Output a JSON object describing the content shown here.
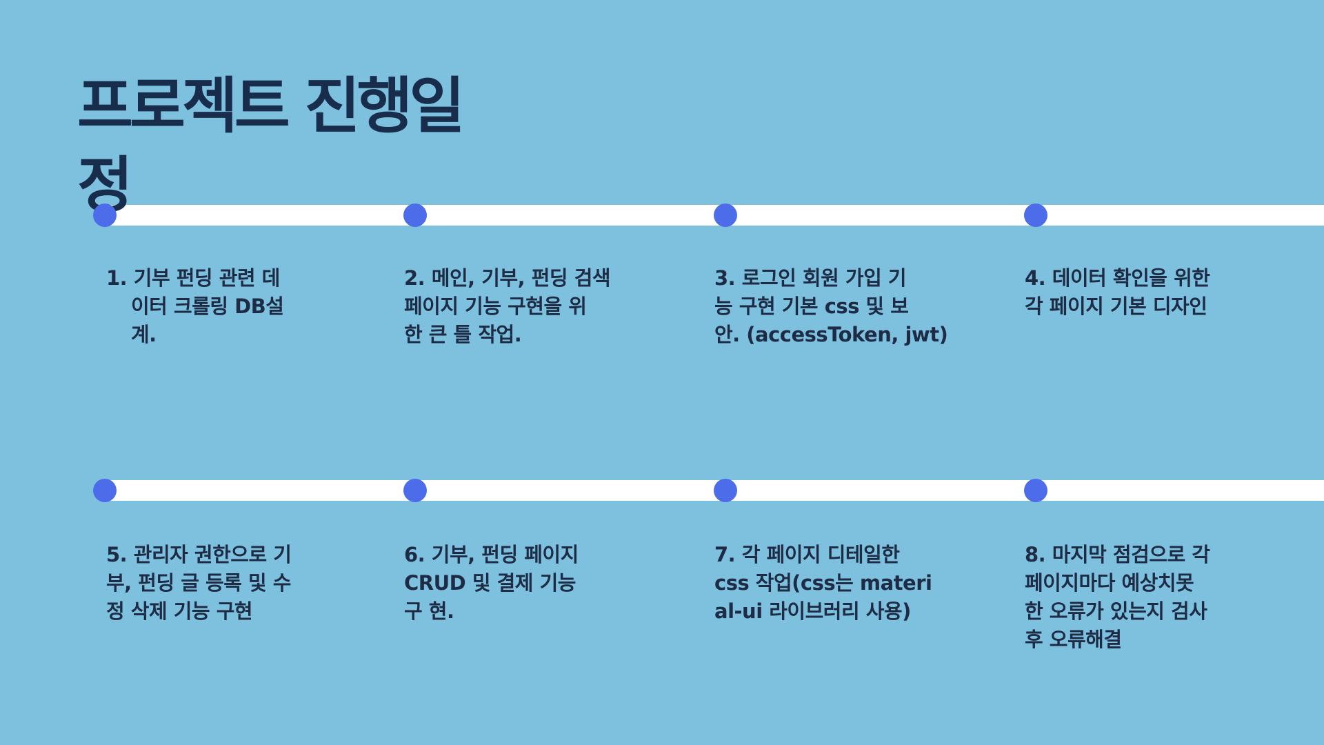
{
  "slide": {
    "title": "프로젝트 진행일\n정",
    "steps_row1": [
      "1. 기부 펀딩 관련 데\n이터 크롤링 DB설\n계.",
      "2. 메인, 기부, 펀딩 검색\n페이지 기능 구현을 위\n한 큰 틀 작업.",
      "3.  로그인 회원 가입 기\n능 구현 기본 css 및 보\n안. (accessToken, jwt)",
      "4. 데이터 확인을 위한\n각 페이지 기본 디자인"
    ],
    "steps_row2": [
      "5. 관리자 권한으로 기\n부, 펀딩 글 등록 및 수\n정 삭제 기능 구현",
      "6. 기부, 펀딩 페이지\nCRUD 및 결제 기능\n구  현.",
      "7. 각 페이지 디테일한\ncss 작업(css는  materi\nal-ui 라이브러리  사용)",
      "8. 마지막 점검으로 각\n페이지마다 예상치못\n한  오류가 있는지 검사\n후  오류해결"
    ]
  },
  "colors": {
    "background": "#7dc1df",
    "track": "#ffffff",
    "dot": "#4c6cea",
    "title": "#182c4c",
    "text": "#1e2b45"
  }
}
